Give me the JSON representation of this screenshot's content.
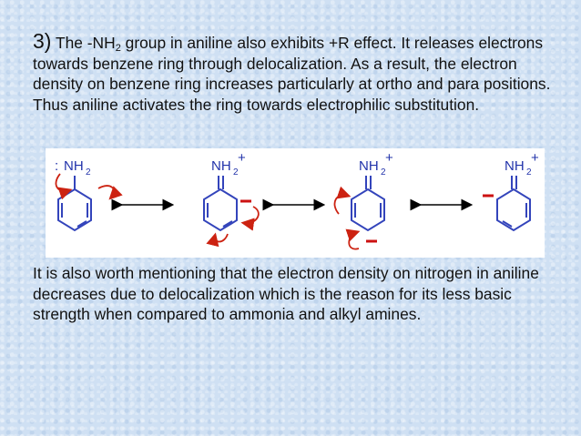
{
  "para1": {
    "number": "3)",
    "t1": " The -NH",
    "s1": "2",
    "t2": " group in aniline also exhibits +R effect. It releases electrons towards benzene ring through delocalization. As a result, the electron density on benzene ring increases particularly at ortho and para positions. Thus aniline activates the ring towards electrophilic substitution."
  },
  "structures": [
    {
      "main": "NH",
      "sub": "2",
      "charge": ""
    },
    {
      "main": "NH",
      "sub": "2",
      "charge": "+"
    },
    {
      "main": "NH",
      "sub": "2",
      "charge": "+"
    },
    {
      "main": "NH",
      "sub": "2",
      "charge": "+"
    }
  ],
  "para2": "It is also worth mentioning that the electron density on nitrogen in aniline decreases due to delocalization which is the reason for its less basic strength when compared to ammonia and alkyl amines.",
  "colors": {
    "background": "#cfe0f3",
    "ring": "#3344bb",
    "arrow": "#cc2211",
    "charge": "#cc1111"
  }
}
